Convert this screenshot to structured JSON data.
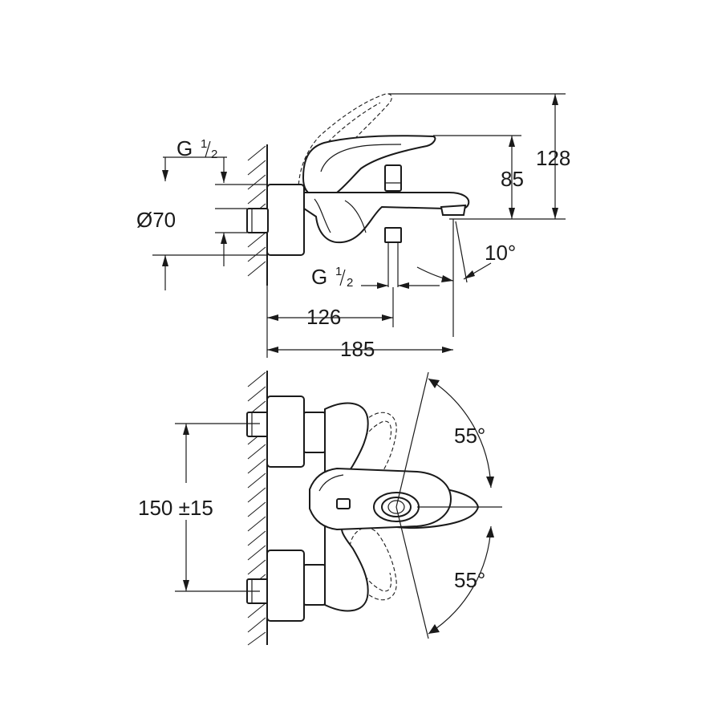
{
  "top_view": {
    "thread_left": {
      "base": "G",
      "num": "1",
      "den": "2"
    },
    "diameter": "Ø70",
    "height_total": "128",
    "height_spout": "85",
    "spout_angle": "10°",
    "thread_bottom": {
      "base": "G",
      "num": "1",
      "den": "2"
    },
    "dim_outlet": "126",
    "dim_projection": "185"
  },
  "bottom_view": {
    "angle_upper": "55°",
    "angle_lower": "55°",
    "centers": "150 ±15"
  }
}
